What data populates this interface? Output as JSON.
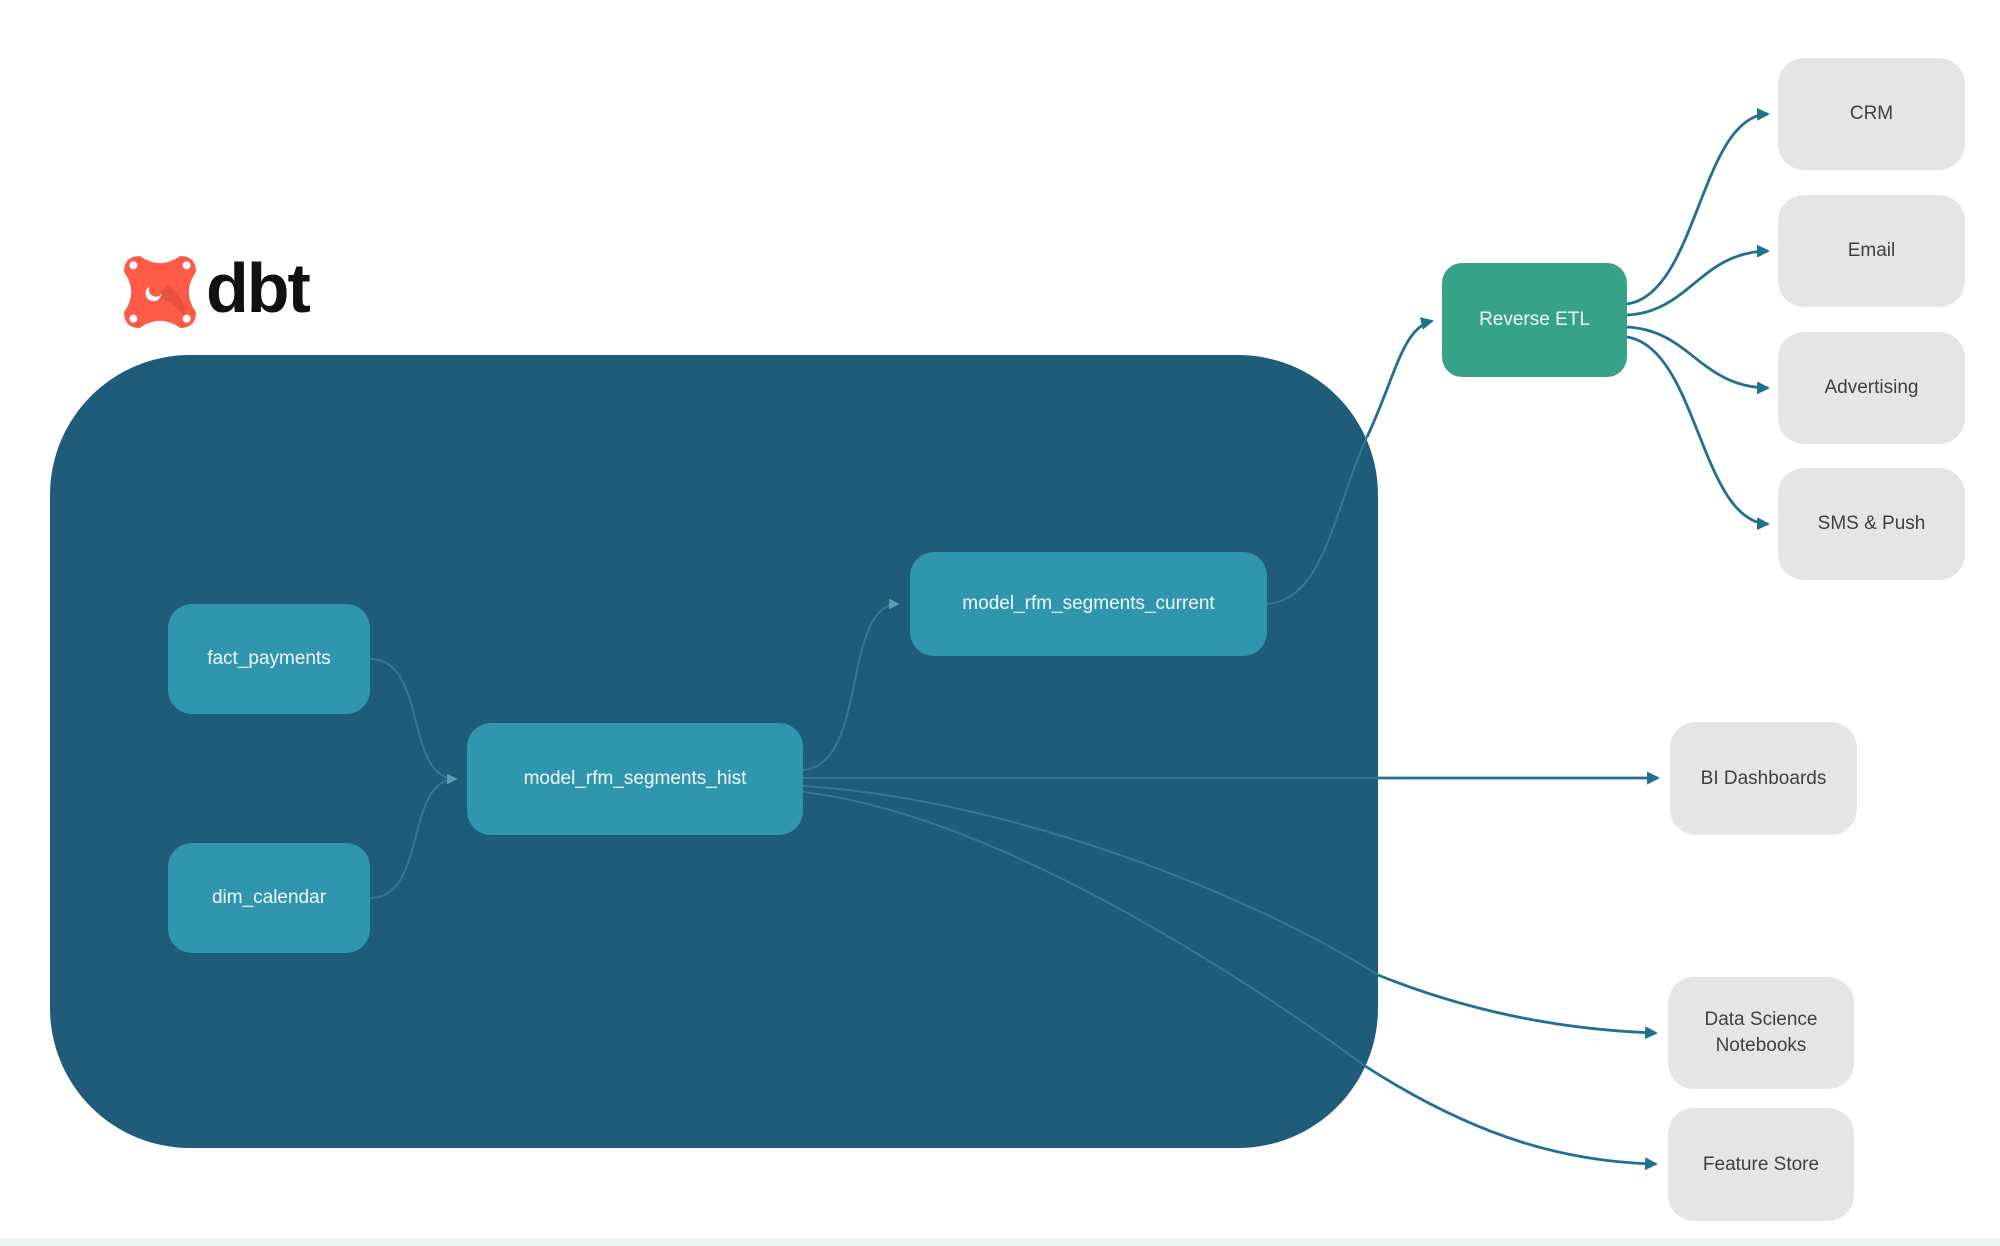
{
  "logo": {
    "brand": "dbt"
  },
  "nodes": {
    "fact_payments": {
      "label": "fact_payments",
      "type": "model"
    },
    "dim_calendar": {
      "label": "dim_calendar",
      "type": "model"
    },
    "model_rfm_segments_hist": {
      "label": "model_rfm_segments_hist",
      "type": "model"
    },
    "model_rfm_segments_current": {
      "label": "model_rfm_segments_current",
      "type": "model"
    },
    "reverse_etl": {
      "label": "Reverse ETL",
      "type": "tool"
    },
    "crm": {
      "label": "CRM",
      "type": "destination"
    },
    "email": {
      "label": "Email",
      "type": "destination"
    },
    "advertising": {
      "label": "Advertising",
      "type": "destination"
    },
    "sms_push": {
      "label": "SMS & Push",
      "type": "destination"
    },
    "bi_dashboards": {
      "label": "BI Dashboards",
      "type": "destination"
    },
    "data_science_notebooks": {
      "label": "Data Science Notebooks",
      "type": "destination"
    },
    "feature_store": {
      "label": "Feature Store",
      "type": "destination"
    }
  },
  "edges": [
    {
      "from": "fact_payments",
      "to": "model_rfm_segments_hist"
    },
    {
      "from": "dim_calendar",
      "to": "model_rfm_segments_hist"
    },
    {
      "from": "model_rfm_segments_hist",
      "to": "model_rfm_segments_current"
    },
    {
      "from": "model_rfm_segments_hist",
      "to": "bi_dashboards"
    },
    {
      "from": "model_rfm_segments_hist",
      "to": "data_science_notebooks"
    },
    {
      "from": "model_rfm_segments_hist",
      "to": "feature_store"
    },
    {
      "from": "model_rfm_segments_current",
      "to": "reverse_etl"
    },
    {
      "from": "reverse_etl",
      "to": "crm"
    },
    {
      "from": "reverse_etl",
      "to": "email"
    },
    {
      "from": "reverse_etl",
      "to": "advertising"
    },
    {
      "from": "reverse_etl",
      "to": "sms_push"
    }
  ],
  "colors": {
    "container_bg": "#1e5c7a",
    "model_node_bg": "#3096ae",
    "reverse_etl_bg": "#36a287",
    "destination_bg": "#e5e5e5",
    "arrow": "#20708f",
    "inner_line": "#33799a",
    "logo_orange": "#ff5c47",
    "logo_text_color": "#111111",
    "label_light": "#f2fafc",
    "label_dark": "#3f3f3f",
    "bottom_strip": "#eff5f5"
  }
}
